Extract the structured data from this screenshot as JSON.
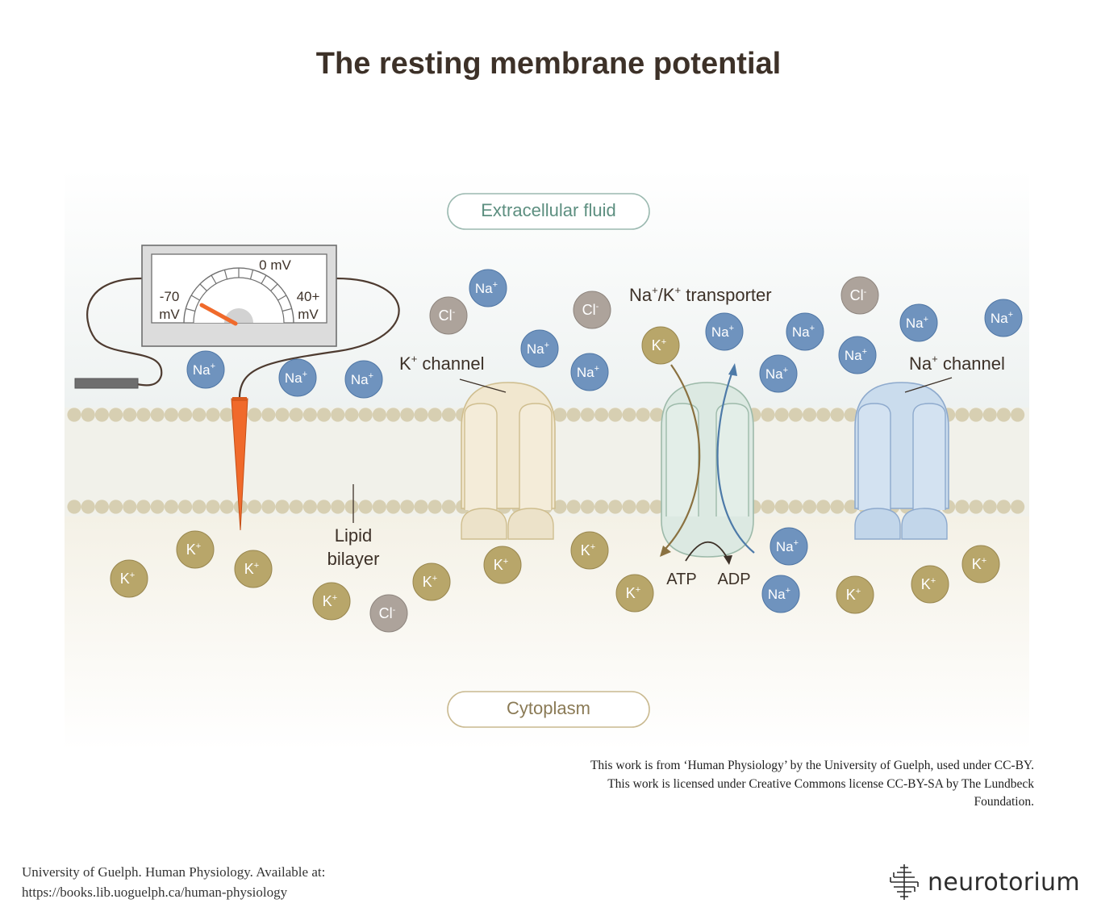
{
  "title": "The resting membrane potential",
  "regions": {
    "extracellular": "Extracellular fluid",
    "cytoplasm": "Cytoplasm"
  },
  "meter": {
    "zero": "0 mV",
    "neg_value": "-70",
    "neg_unit": "mV",
    "pos_value": "40+",
    "pos_unit": "mV"
  },
  "labels": {
    "k_channel_base": "K",
    "k_channel_rest": " channel",
    "na_channel_base": "Na",
    "na_channel_rest": " channel",
    "transporter_na": "Na",
    "transporter_k": "/K",
    "transporter_rest": " transporter",
    "lipid_1": "Lipid",
    "lipid_2": "bilayer",
    "atp": "ATP",
    "adp": "ADP",
    "plus": "+"
  },
  "ions": {
    "na": "Na",
    "k": "K",
    "cl": "Cl",
    "plus": "+",
    "minus": "-"
  },
  "credit": "This work is from ‘Human Physiology’ by the University of Guelph, used under CC-BY. This work is licensed under Creative Commons license CC-BY-SA by The Lundbeck Foundation.",
  "citation": {
    "line1": "University of Guelph. Human Physiology. Available at:",
    "line2": "https://books.lib.uoguelph.ca/human-physiology"
  },
  "brand": "neurotorium",
  "colors": {
    "na": "#6f93be",
    "k": "#b8a66a",
    "cl": "#ada39b",
    "electrode": "#f06a2b",
    "k_channel": "#f1e7cf",
    "transporter": "#dce9e2",
    "na_channel": "#cadced"
  }
}
